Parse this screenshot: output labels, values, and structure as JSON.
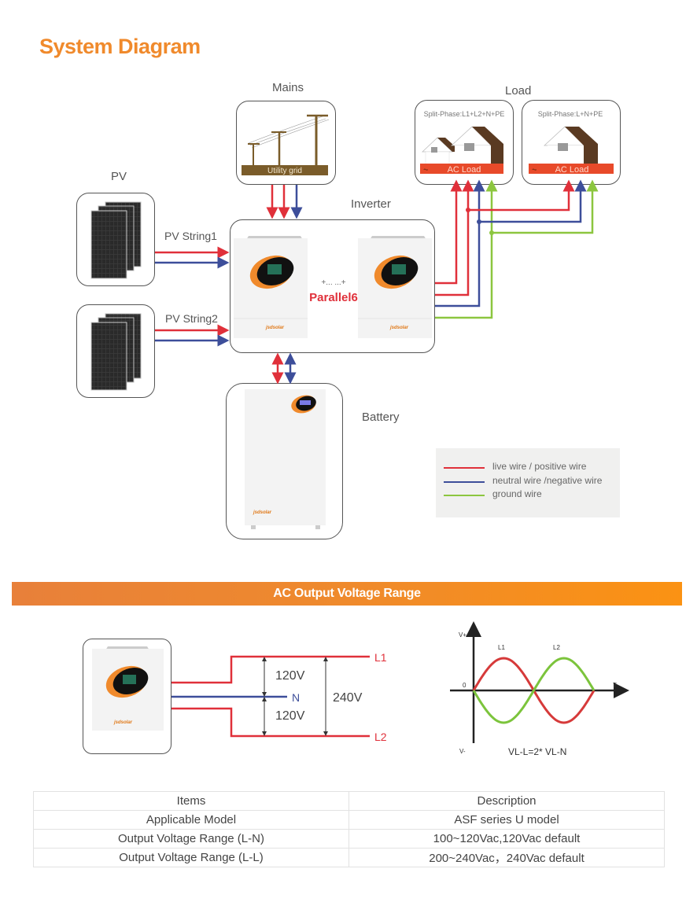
{
  "header": {
    "title": "System Diagram"
  },
  "diagram": {
    "labels": {
      "mains": "Mains",
      "load": "Load",
      "pv": "PV",
      "inverter": "Inverter",
      "battery": "Battery",
      "pv_string1": "PV String1",
      "pv_string2": "PV String2",
      "parallel_dots": "+... ...+",
      "parallel": "Parallel6",
      "utility_grid": "Utility grid"
    },
    "loads": [
      {
        "phase": "Split-Phase:L1+L2+N+PE",
        "label": "AC Load"
      },
      {
        "phase": "Split-Phase:L+N+PE",
        "label": "AC Load"
      }
    ],
    "brand": "jsdsolar",
    "legend": [
      {
        "label": "live wire / positive wire",
        "color": "#e0303a"
      },
      {
        "label": "neutral wire /negative wire",
        "color": "#3d4e9a"
      },
      {
        "label": "ground wire",
        "color": "#8cc63f"
      }
    ],
    "colors": {
      "live": "#e0303a",
      "neutral": "#3d4e9a",
      "ground": "#8cc63f",
      "accent": "#f08a2c"
    }
  },
  "ac_output": {
    "banner": "AC Output Voltage Range",
    "wiring": {
      "l1": "L1",
      "n": "N",
      "l2": "L2",
      "v_upper": "120V",
      "v_lower": "120V",
      "v_total": "240V"
    },
    "waveform": {
      "v_plus": "V+",
      "v_minus": "V-",
      "zero": "0",
      "t": "T",
      "l1": "L1",
      "l2": "L2",
      "formula": "VL-L=2* VL-N"
    }
  },
  "table": {
    "headers": [
      "Items",
      "Description"
    ],
    "rows": [
      [
        "Applicable Model",
        "ASF series U model"
      ],
      [
        "Output Voltage Range (L-N)",
        "100~120Vac,120Vac default"
      ],
      [
        "Output Voltage Range (L-L)",
        "200~240Vac，240Vac default"
      ]
    ]
  }
}
